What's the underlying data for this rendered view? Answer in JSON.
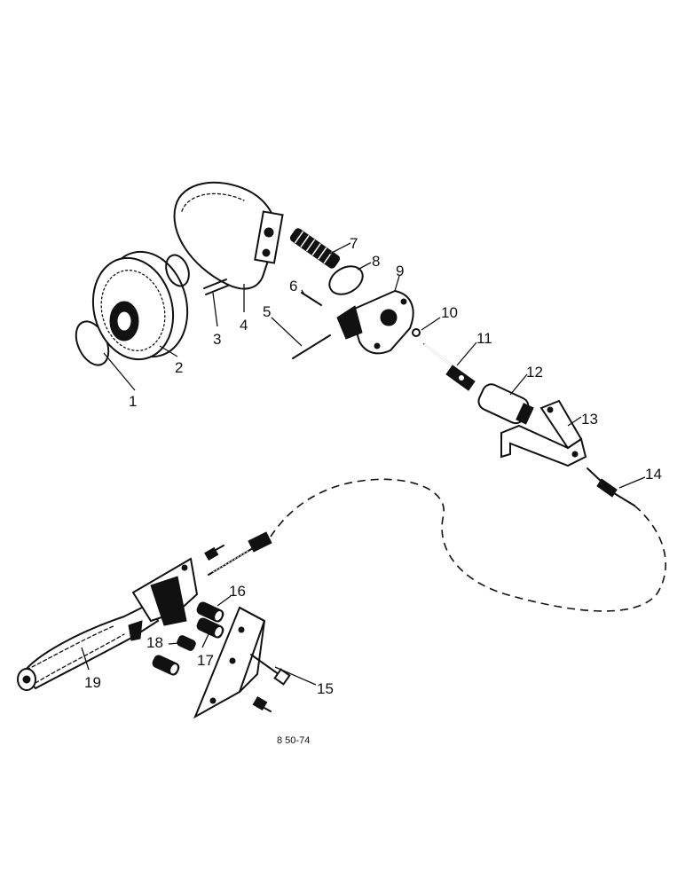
{
  "diagram": {
    "reference_code": "8 50-74",
    "callouts": [
      {
        "id": "1",
        "part": "o-ring-small"
      },
      {
        "id": "2",
        "part": "brake-drum"
      },
      {
        "id": "3",
        "part": "pin"
      },
      {
        "id": "4",
        "part": "brake-band"
      },
      {
        "id": "5",
        "part": "pin-long"
      },
      {
        "id": "6",
        "part": "cotter-pin"
      },
      {
        "id": "7",
        "part": "spring"
      },
      {
        "id": "8",
        "part": "o-ring"
      },
      {
        "id": "9",
        "part": "cover-plate"
      },
      {
        "id": "10",
        "part": "ball"
      },
      {
        "id": "11",
        "part": "shaft"
      },
      {
        "id": "12",
        "part": "sleeve"
      },
      {
        "id": "13",
        "part": "bracket"
      },
      {
        "id": "14",
        "part": "cable-end"
      },
      {
        "id": "15",
        "part": "mounting-bracket"
      },
      {
        "id": "16",
        "part": "roller-pin"
      },
      {
        "id": "17",
        "part": "roller-pin"
      },
      {
        "id": "18",
        "part": "roller-pin-small"
      },
      {
        "id": "19",
        "part": "hand-lever"
      }
    ]
  }
}
